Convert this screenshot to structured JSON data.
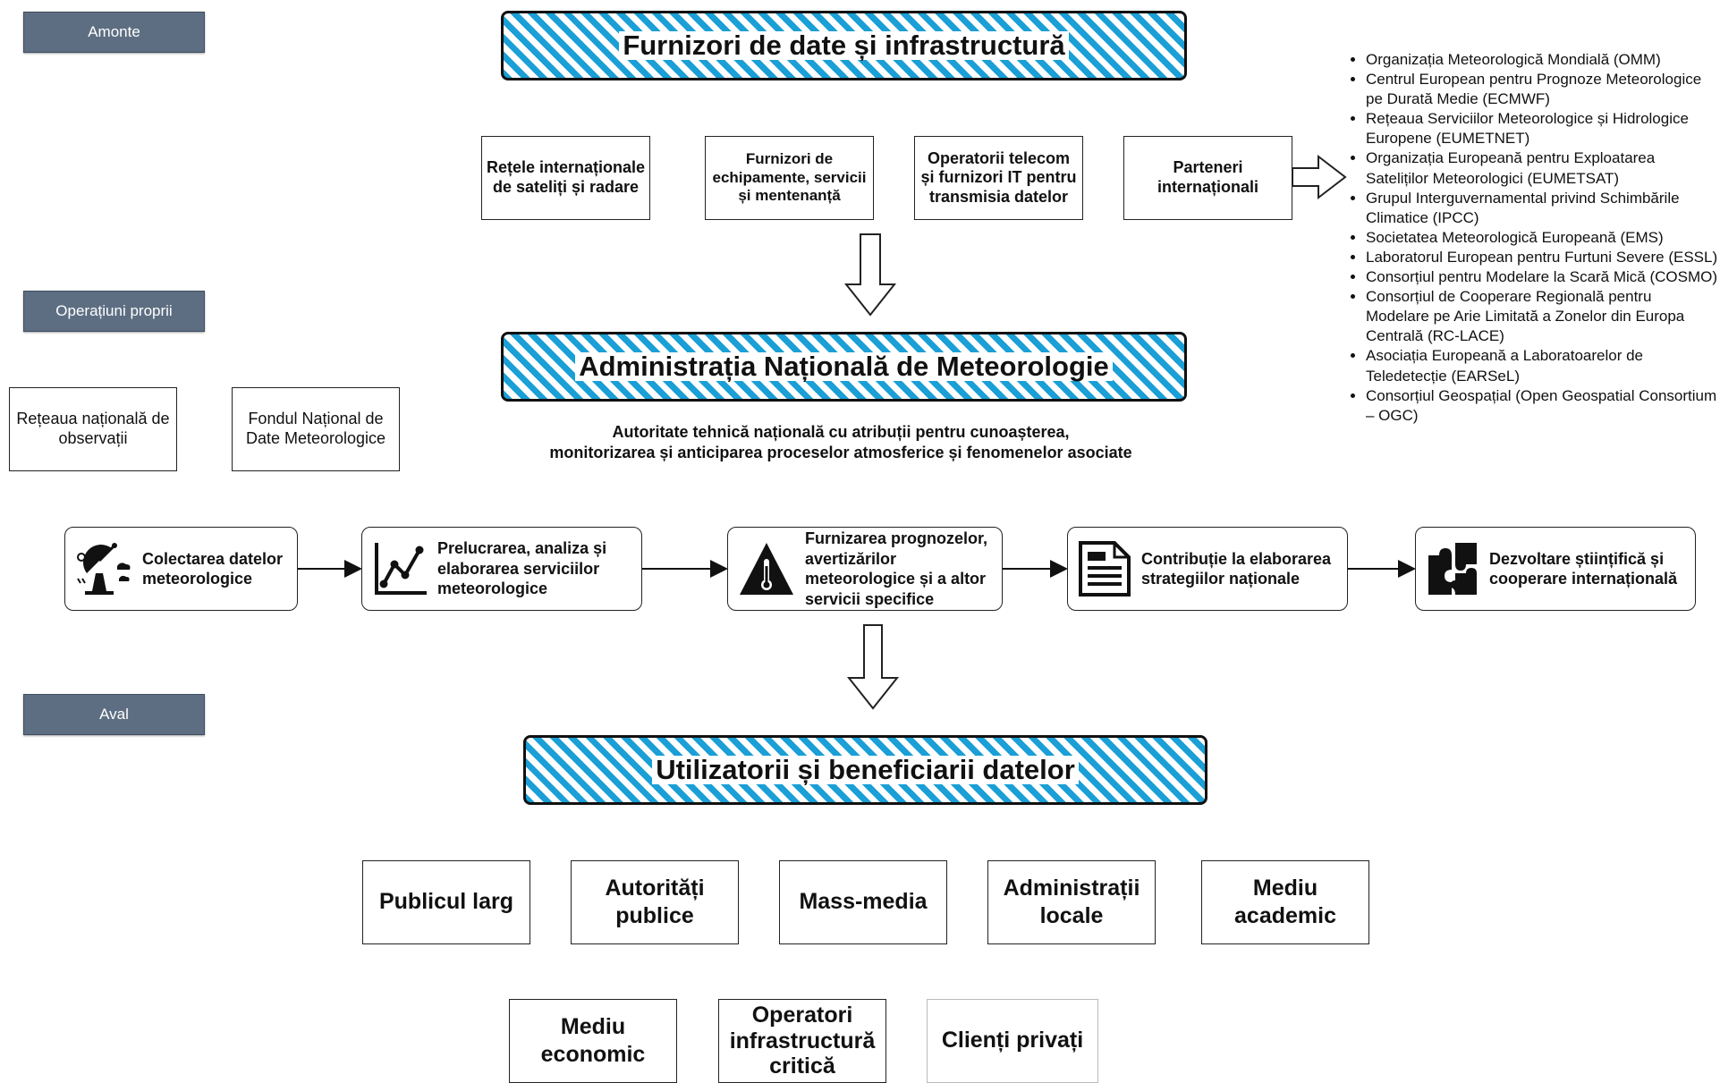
{
  "stages": {
    "upstream": "Amonte",
    "own_operations": "Operațiuni proprii",
    "downstream": "Aval"
  },
  "banners": {
    "suppliers": "Furnizori de date și infrastructură",
    "anm": "Administrația Națională de Meteorologie",
    "users": "Utilizatorii și beneficiarii datelor"
  },
  "suppliers": [
    "Rețele internaționale de sateliți și radare",
    "Furnizori de echipamente, servicii și mentenanță",
    "Operatorii telecom și furnizori IT pentru transmisia datelor",
    "Parteneri internaționali"
  ],
  "partners": [
    "Organizația Meteorologică Mondială (OMM)",
    "Centrul European pentru Prognoze Meteorologice pe Durată Medie (ECMWF)",
    "Rețeaua Serviciilor Meteorologice și Hidrologice Europene (EUMETNET)",
    "Organizația Europeană pentru Exploatarea Sateliților Meteorologici (EUMETSAT)",
    "Grupul Interguvernamental privind Schimbările Climatice (IPCC)",
    "Societatea Meteorologică Europeană (EMS)",
    "Laboratorul European pentru Furtuni Severe (ESSL)",
    "Consorțiul pentru Modelare la Scară Mică (COSMO)",
    "Consorțiul de Cooperare Regională pentru Modelare pe Arie Limitată a Zonelor din Europa Centrală (RC-LACE)",
    "Asociația Europeană a Laboratoarelor de Teledetecție (EARSeL)",
    "Consorțiul Geospațial (Open Geospatial Consortium – OGC)"
  ],
  "own_assets": [
    "Rețeaua națională de observații",
    "Fondul Național de Date Meteorologice"
  ],
  "anm_description": [
    "Autoritate tehnică națională cu atribuții pentru cunoașterea,",
    "monitorizarea și anticiparea proceselor atmosferice și fenomenelor asociate"
  ],
  "process_steps": [
    {
      "label": "Colectarea datelor meteorologice",
      "icon": "radar-weather-icon"
    },
    {
      "label": "Prelucrarea, analiza și elaborarea serviciilor meteorologice",
      "icon": "line-chart-icon"
    },
    {
      "label": "Furnizarea prognozelor, avertizărilor meteorologice și a altor servicii specifice",
      "icon": "warning-thermometer-icon"
    },
    {
      "label": "Contribuție la elaborarea strategiilor naționale",
      "icon": "document-icon"
    },
    {
      "label": "Dezvoltare științifică și cooperare internațională",
      "icon": "puzzle-icon"
    }
  ],
  "users_row1": [
    "Publicul larg",
    "Autorități publice",
    "Mass-media",
    "Administrații locale",
    "Mediu academic"
  ],
  "users_row2": [
    "Mediu economic",
    "Operatori infrastructură critică",
    "Clienți privați"
  ],
  "colors": {
    "hatch": "#1a9fd6",
    "tag": "#5d6e82"
  }
}
